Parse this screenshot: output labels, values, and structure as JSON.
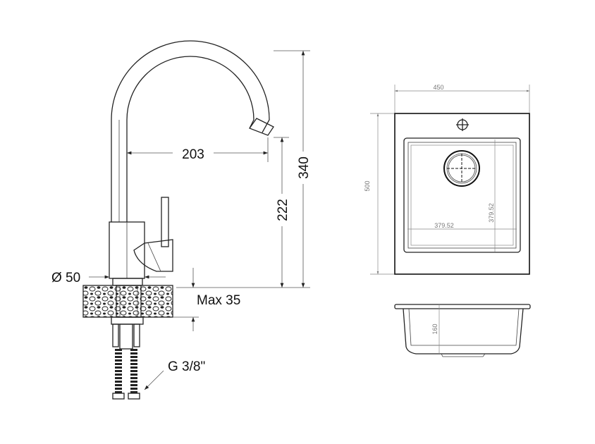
{
  "faucet": {
    "reach": "203",
    "height_total": "340",
    "spout_height": "222",
    "base_diameter": "Ø 50",
    "max_thickness": "Max 35",
    "connection": "G 3/8\""
  },
  "sink_top": {
    "width": "450",
    "depth": "500",
    "bowl_width": "379.52",
    "bowl_depth": "379.52"
  },
  "sink_side": {
    "bowl_height": "160"
  }
}
